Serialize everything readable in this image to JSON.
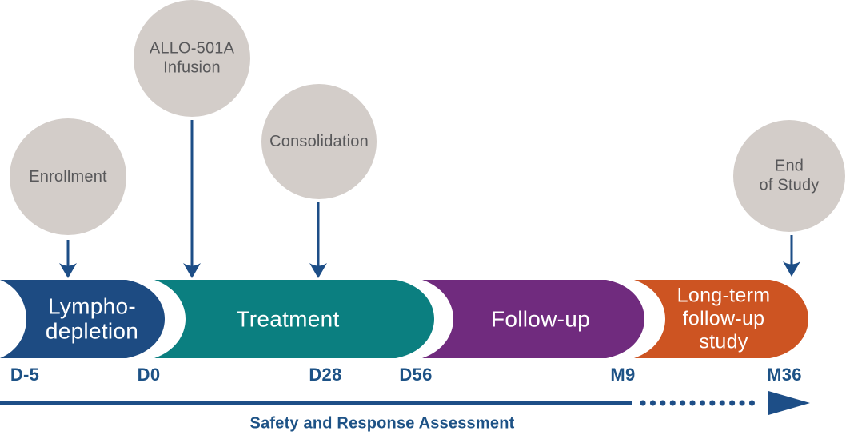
{
  "diagram": {
    "milestones": [
      {
        "label": "Enrollment"
      },
      {
        "label": "ALLO-501A\nInfusion"
      },
      {
        "label": "Consolidation"
      },
      {
        "label": "End\nof Study"
      }
    ],
    "phases": [
      {
        "label": "Lympho-\ndepletion",
        "color": "#1d4b82"
      },
      {
        "label": "Treatment",
        "color": "#0b7f80"
      },
      {
        "label": "Follow-up",
        "color": "#702b7e"
      },
      {
        "label": "Long-term\nfollow-up\nstudy",
        "color": "#cd5422"
      }
    ],
    "timeline": {
      "markers": [
        {
          "label": "D-5"
        },
        {
          "label": "D0"
        },
        {
          "label": "D28"
        },
        {
          "label": "D56"
        },
        {
          "label": "M9"
        },
        {
          "label": "M36"
        }
      ],
      "caption": "Safety and Response Assessment"
    },
    "colors": {
      "background": "#ffffff",
      "milestone_fill": "#d3cdc9",
      "milestone_text": "#58585a",
      "arrow": "#1d4e87",
      "label_text": "#1d5286",
      "phase_text": "#ffffff"
    }
  }
}
